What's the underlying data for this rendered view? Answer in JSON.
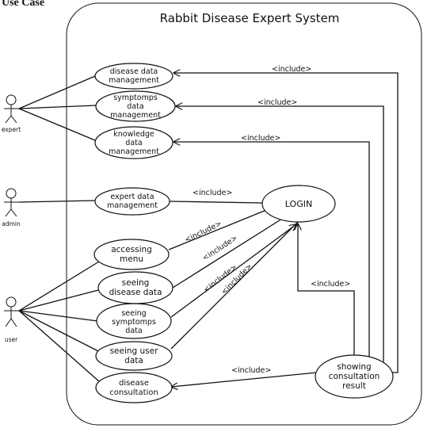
{
  "header_fragment": "Use Case",
  "system": {
    "title": "Rabbit Disease Expert System"
  },
  "actors": {
    "expert": {
      "label": "expert"
    },
    "admin": {
      "label": "admin"
    },
    "user": {
      "label": "user"
    }
  },
  "use_cases": {
    "disease_data_management": {
      "lines": [
        "disease data",
        "management"
      ]
    },
    "symptomps_data_management": {
      "lines": [
        "symptomps",
        "data",
        "management"
      ]
    },
    "knowledge_data_management": {
      "lines": [
        "knowledge",
        "data",
        "management"
      ]
    },
    "expert_data_management": {
      "lines": [
        "expert data",
        "management"
      ]
    },
    "login": {
      "lines": [
        "LOGIN"
      ]
    },
    "accessing_menu": {
      "lines": [
        "accessing",
        "menu"
      ]
    },
    "seeing_disease_data": {
      "lines": [
        "seeing",
        "disease data"
      ]
    },
    "seeing_symptomps_data": {
      "lines": [
        "seeing",
        "symptomps",
        "data"
      ]
    },
    "seeing_user_data": {
      "lines": [
        "seeing user",
        "data"
      ]
    },
    "disease_consultation": {
      "lines": [
        "disease",
        "consultation"
      ]
    },
    "showing_consultation_result": {
      "lines": [
        "showing",
        "consultation",
        "result"
      ]
    }
  },
  "relations": {
    "include_label": "<include>"
  }
}
